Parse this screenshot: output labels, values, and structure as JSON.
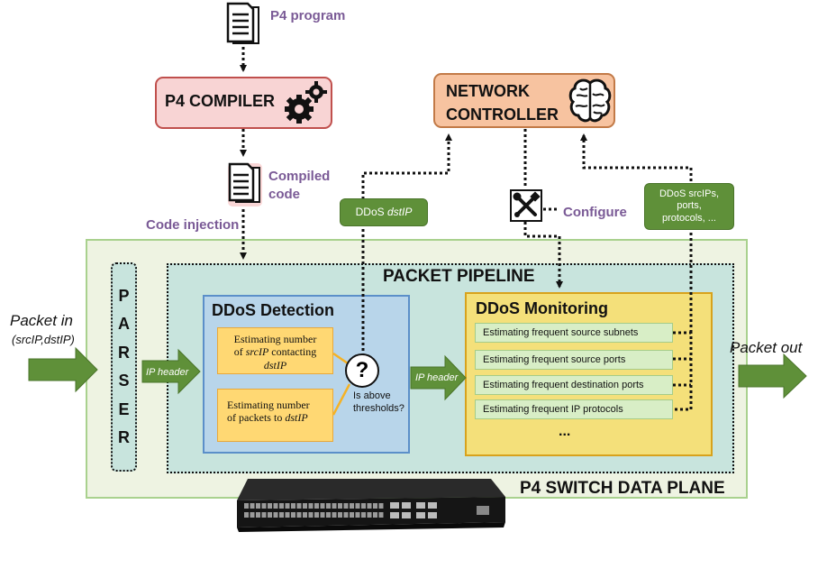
{
  "p4_program": {
    "label": "P4 program"
  },
  "p4_compiler": {
    "label": "P4 COMPILER"
  },
  "compiled_code": {
    "line1": "Compiled",
    "line2": "code"
  },
  "code_injection": {
    "label": "Code injection"
  },
  "network_controller": {
    "line1": "NETWORK",
    "line2": "CONTROLLER"
  },
  "ddos_dstip_tag": {
    "text": "DDoS ",
    "italic": "dstIP"
  },
  "configure": {
    "label": "Configure"
  },
  "ddos_srcips_tag": {
    "line1": "DDoS srcIPs,",
    "line2": "ports,",
    "line3": "protocols, ..."
  },
  "packet_pipeline": {
    "label": "PACKET PIPELINE"
  },
  "parser": {
    "letters": [
      "P",
      "A",
      "R",
      "S",
      "E",
      "R"
    ]
  },
  "packet_in": {
    "line1": "Packet in",
    "line2": "(srcIP,dstIP)"
  },
  "packet_out": {
    "label": "Packet out"
  },
  "ip_header_left": {
    "label": "IP header"
  },
  "ip_header_mid": {
    "label": "IP header"
  },
  "ddos_detection": {
    "title": "DDoS Detection",
    "box1": {
      "line1": "Estimating number",
      "line2_pre": "of ",
      "line2_it": "srcIP",
      "line2_post": " contacting",
      "line3_it": "dstIP"
    },
    "box2": {
      "line1": "Estimating number",
      "line2_pre": "of packets to ",
      "line2_it": "dstIP"
    },
    "question": "?",
    "threshold_line1": "Is above",
    "threshold_line2": "thresholds?"
  },
  "ddos_monitoring": {
    "title": "DDoS Monitoring",
    "items": [
      "Estimating frequent source subnets",
      "Estimating frequent source ports",
      "Estimating frequent destination ports",
      "Estimating frequent IP protocols"
    ],
    "ellipsis": "..."
  },
  "data_plane": {
    "label": "P4 SWITCH DATA PLANE"
  },
  "colors": {
    "arrow_green": "#5f9039",
    "compiler_fill": "#f8d4d4",
    "controller_fill": "#f7c3a0",
    "detection_fill": "#b8d5ea",
    "monitoring_fill": "#f4e07a",
    "pipeline_fill": "#c8e4dd"
  },
  "icons": [
    "document-icon",
    "gears-icon",
    "brain-icon",
    "tools-icon",
    "network-switch-icon",
    "question-icon"
  ]
}
